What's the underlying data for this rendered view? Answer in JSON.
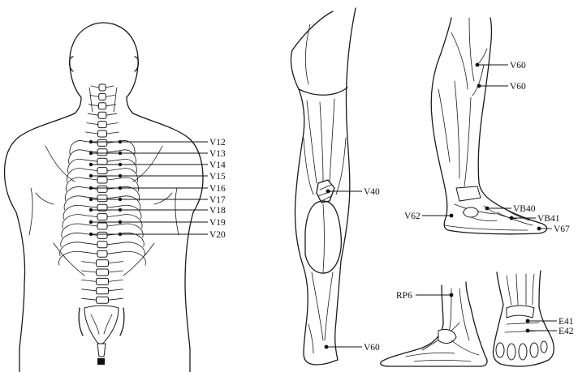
{
  "back_points": [
    "V12",
    "V13",
    "V14",
    "V15",
    "V16",
    "V17",
    "V18",
    "V19",
    "V20"
  ],
  "leg_back": {
    "upper": "V40",
    "lower": "V60"
  },
  "lateral_leg": {
    "upper_1": "V60",
    "upper_2": "V60",
    "left": "V62",
    "right_1": "VB40",
    "right_2": "VB41",
    "right_3": "V67"
  },
  "medial_foot": {
    "point": "RP6"
  },
  "dorsal_foot": {
    "point_1": "E41",
    "point_2": "E42"
  }
}
